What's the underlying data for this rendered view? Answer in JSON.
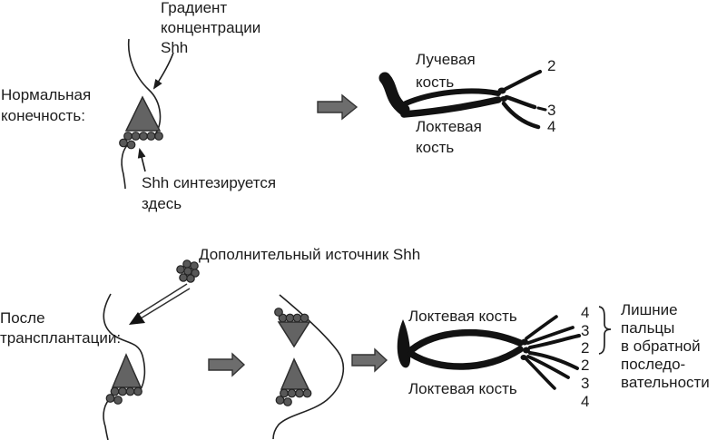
{
  "colors": {
    "background": "#ffffff",
    "text": "#1c1c1c",
    "bone_black": "#121212",
    "shape_gray": "#636363",
    "shape_border": "#2d2d2d",
    "outline": "#222222"
  },
  "normal_row": {
    "label": "Нормальная\nконечность:",
    "gradient_label": "Градиент\nконцентрации\nShh",
    "synthesis_label": "Shh синтезируется\nздесь",
    "radius_label": "Лучевая\nкость",
    "ulna_label": "Локтевая\nкость",
    "digit_labels": [
      "2",
      "3",
      "4"
    ]
  },
  "transplant_row": {
    "label": "После\nтрансплантации:",
    "extra_source_label": "Дополнительный источник Shh",
    "upper_bone_label": "Локтевая кость",
    "lower_bone_label": "Локтевая кость",
    "digit_labels": [
      "4",
      "3",
      "2",
      "2",
      "3",
      "4"
    ],
    "note_label": "Лишние\nпальцы\nв обратной\nпоследо-\nвательности"
  }
}
